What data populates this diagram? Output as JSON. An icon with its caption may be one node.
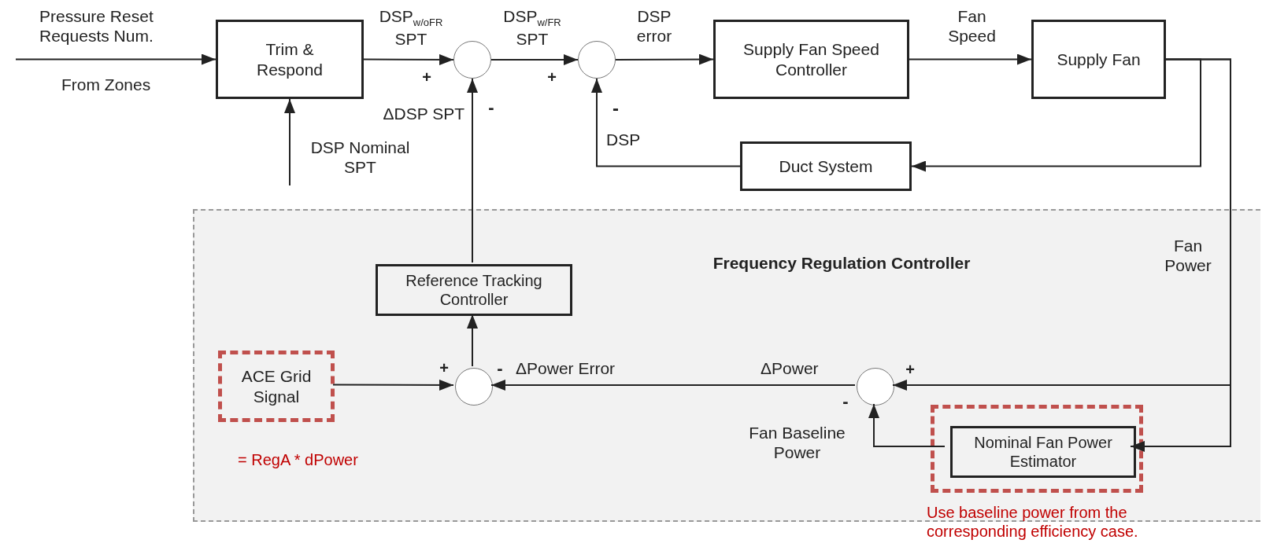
{
  "diagram": {
    "nodes": [
      {
        "text": [
          "Trim & Respond"
        ]
      },
      {
        "text": [],
        "shape": "circle"
      },
      {
        "text": [],
        "shape": "circle"
      },
      {
        "text": [
          "Supply Fan Speed Controller"
        ]
      },
      {
        "text": [
          "Supply Fan"
        ]
      },
      {
        "text": [
          "Duct System"
        ]
      },
      {
        "text": [
          "Frequency Regulation Controller"
        ]
      },
      {
        "text": [
          "Reference Tracking Controller"
        ],
        "in": 6
      },
      {
        "text": [
          "ACE Grid Signal"
        ],
        "in": 6,
        "beside": [
          "= RegA * dPower"
        ]
      },
      {
        "text": [],
        "shape": "circle",
        "in": 6
      },
      {
        "text": [],
        "shape": "circle",
        "in": 6
      },
      {
        "text": [],
        "shape": "box",
        "in": 6,
        "beside": [
          "Use baseline power from the corresponding efficiency case."
        ]
      },
      {
        "text": [
          "Nominal Fan Power Estimator"
        ],
        "in": 11
      }
    ],
    "edges": [
      {
        "from": null,
        "to": 0,
        "arrow": "to",
        "label": "Pressure Reset Requests Num."
      },
      {
        "from": null,
        "to": 0,
        "arrow": "to",
        "label": "DSP Nominal SPT"
      },
      {
        "from": 0,
        "to": 1,
        "arrow": "to",
        "label": "DSP$_{w/oFR}$ SPT"
      },
      {
        "from": 1,
        "to": 2,
        "arrow": "to",
        "label": "DSP$_{w/FR}$ SPT"
      },
      {
        "from": 2,
        "to": 3,
        "arrow": "to",
        "label": "DSP error"
      },
      {
        "from": 3,
        "to": 4,
        "arrow": "to",
        "label": "Fan Speed"
      },
      {
        "from": 4,
        "to": 5,
        "arrow": "to"
      },
      {
        "from": 5,
        "to": 2,
        "arrow": "to",
        "label": "DSP"
      },
      {
        "from": 4,
        "to": 10,
        "arrow": "to",
        "label": "Fan Power"
      },
      {
        "from": 4,
        "to": 12,
        "arrow": "to"
      },
      {
        "from": 12,
        "to": 10,
        "arrow": "to",
        "label": "Fan Baseline Power"
      },
      {
        "from": 10,
        "to": 9,
        "arrow": "to",
        "label": "ΔPower"
      },
      {
        "from": 8,
        "to": 9,
        "arrow": "to"
      },
      {
        "from": 9,
        "to": 7,
        "arrow": "to"
      },
      {
        "from": 7,
        "to": 1,
        "arrow": "to",
        "label": "ΔDSP SPT"
      }
    ],
    "labels": [
      "From Zones",
      "+",
      "+",
      "-",
      "-",
      "+",
      "-",
      "ΔPower Error",
      "+",
      "-"
    ]
  }
}
